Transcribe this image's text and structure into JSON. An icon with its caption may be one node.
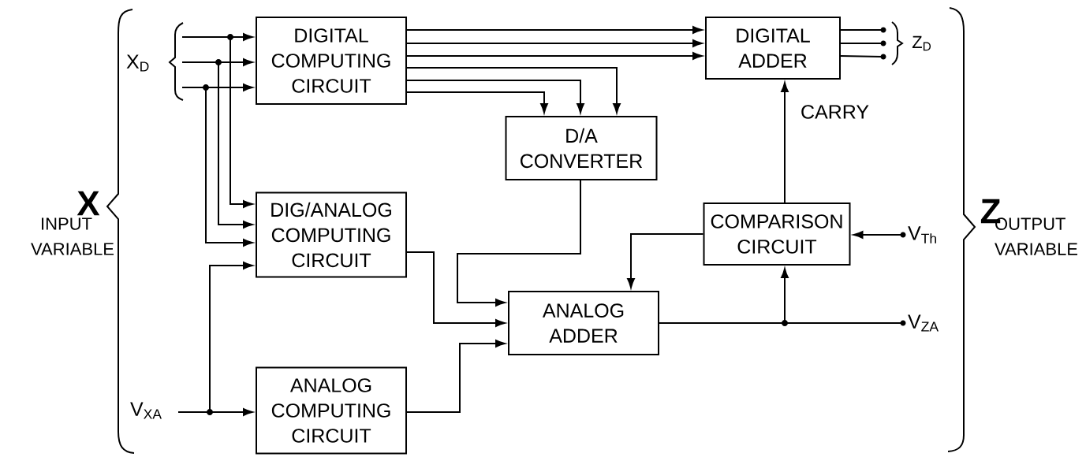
{
  "diagram": {
    "nodes": [
      {
        "text": [
          "X$_{D}$"
        ]
      },
      {
        "text": [
          "DIGITAL COMPUTING CIRCUIT"
        ]
      },
      {
        "text": [
          "DIG/ANALOG COMPUTING CIRCUIT"
        ]
      },
      {
        "text": [
          "V$_{XA}$"
        ]
      },
      {
        "text": [
          "ANALOG COMPUTING CIRCUIT"
        ]
      },
      {
        "text": [
          "D/A CONVERTER"
        ]
      },
      {
        "text": [
          "DIGITAL ADDER"
        ]
      },
      {
        "text": [
          "ANALOG ADDER"
        ]
      },
      {
        "text": [
          "COMPARISON CIRCUIT"
        ]
      },
      {
        "text": [
          "V$_{Th}$"
        ]
      },
      {
        "text": [
          "V$_{ZA}$"
        ]
      },
      {
        "text": [],
        "shape": "circle"
      },
      {
        "text": [],
        "shape": "circle"
      },
      {
        "text": [],
        "shape": "circle"
      }
    ],
    "edges": [
      {
        "from": 0,
        "to": 1,
        "arrow": "to"
      },
      {
        "from": 0,
        "to": 1,
        "arrow": "to"
      },
      {
        "from": 0,
        "to": 1,
        "arrow": "to"
      },
      {
        "from": 0,
        "to": 2,
        "arrow": "to"
      },
      {
        "from": 0,
        "to": 2,
        "arrow": "to"
      },
      {
        "from": 0,
        "to": 2,
        "arrow": "to"
      },
      {
        "from": 3,
        "to": 2,
        "arrow": "to"
      },
      {
        "from": 3,
        "to": 4,
        "arrow": "to"
      },
      {
        "from": 1,
        "to": 6,
        "arrow": "to"
      },
      {
        "from": 1,
        "to": 6,
        "arrow": "to"
      },
      {
        "from": 1,
        "to": 6,
        "arrow": "to"
      },
      {
        "from": 1,
        "to": 5,
        "arrow": "to"
      },
      {
        "from": 1,
        "to": 5,
        "arrow": "to"
      },
      {
        "from": 1,
        "to": 5,
        "arrow": "to"
      },
      {
        "from": 5,
        "to": 7,
        "arrow": "to"
      },
      {
        "from": 2,
        "to": 7,
        "arrow": "to"
      },
      {
        "from": 4,
        "to": 7,
        "arrow": "to"
      },
      {
        "from": 8,
        "to": 7,
        "arrow": "to"
      },
      {
        "from": 8,
        "to": 6,
        "arrow": "to",
        "label": "CARRY"
      },
      {
        "from": 9,
        "to": 8,
        "arrow": "to"
      },
      {
        "from": 7,
        "to": 10,
        "arrow": "none"
      },
      {
        "from": 7,
        "to": 8,
        "arrow": "to"
      },
      {
        "from": 6,
        "to": 11,
        "arrow": "none"
      },
      {
        "from": 6,
        "to": 12,
        "arrow": "none"
      },
      {
        "from": 6,
        "to": 13,
        "arrow": "none"
      }
    ],
    "labels": [
      "X",
      "INPUT VARIABLE",
      "Z$_{D}$",
      "Z",
      "OUTPUT VARIABLE"
    ]
  }
}
